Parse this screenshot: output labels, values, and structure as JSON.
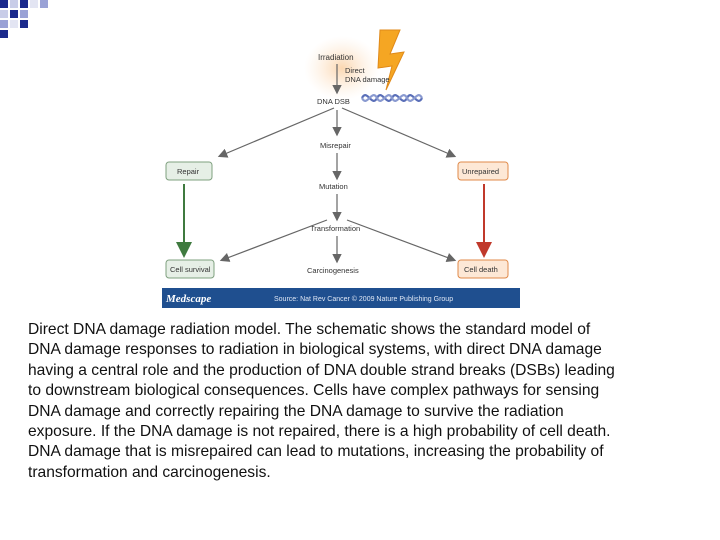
{
  "colors": {
    "accent_blue": "#1b2a8c",
    "medscape_bar": "#1f4f8f",
    "node_green_fill": "#e6efe6",
    "node_green_border": "#7fa07f",
    "node_orange_fill": "#fde8d6",
    "node_orange_border": "#e08a4a",
    "arrow_gray": "#666666",
    "arrow_green": "#3f7a3f",
    "arrow_red": "#c0392b",
    "lightning": "#f5a623"
  },
  "diagram": {
    "irradiation": "Irradiation",
    "direct_dna_damage_line1": "Direct",
    "direct_dna_damage_line2": "DNA damage",
    "dna_dsb": "DNA DSB",
    "misrepair": "Misrepair",
    "mutation": "Mutation",
    "transformation": "Transformation",
    "carcinogenesis": "Carcinogenesis",
    "repair": "Repair",
    "unrepaired": "Unrepaired",
    "cell_survival": "Cell survival",
    "cell_death": "Cell death",
    "footer_logo": "Medscape",
    "footer_source": "Source: Nat Rev Cancer © 2009 Nature Publishing Group"
  },
  "caption_lines": [
    "Direct DNA damage radiation model. The schematic shows the standard model of",
    "DNA damage responses to radiation in biological systems, with direct DNA damage",
    "having a central role and the production of DNA double strand breaks (DSBs) leading",
    "to downstream biological consequences. Cells have complex pathways for sensing",
    "DNA damage and correctly repairing the DNA damage to survive the radiation",
    "exposure. If the DNA damage is not repaired, there is a high probability of cell death.",
    "DNA damage that is misrepaired can lead to mutations, increasing the probability of",
    "transformation and carcinogenesis."
  ]
}
